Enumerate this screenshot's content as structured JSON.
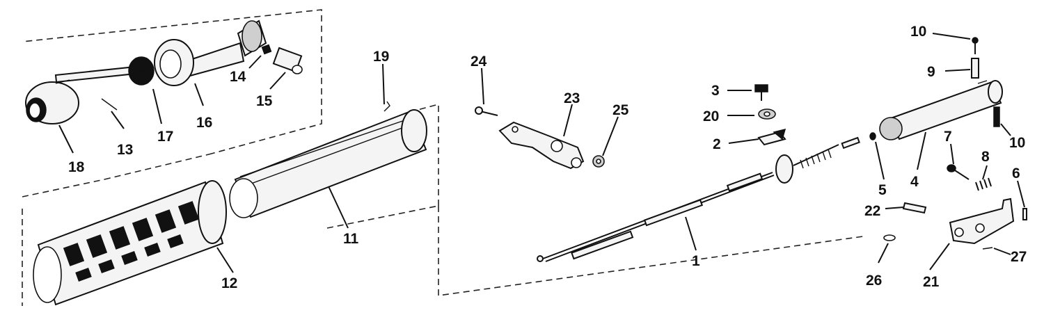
{
  "callouts": {
    "c1": "1",
    "c2": "2",
    "c3": "3",
    "c4": "4",
    "c5": "5",
    "c6": "6",
    "c7": "7",
    "c8": "8",
    "c9": "9",
    "c10a": "10",
    "c10b": "10",
    "c11": "11",
    "c12": "12",
    "c13": "13",
    "c14": "14",
    "c15": "15",
    "c16": "16",
    "c17": "17",
    "c18": "18",
    "c19": "19",
    "c20": "20",
    "c21": "21",
    "c22": "22",
    "c23": "23",
    "c24": "24",
    "c25": "25",
    "c26": "26",
    "c27": "27"
  }
}
